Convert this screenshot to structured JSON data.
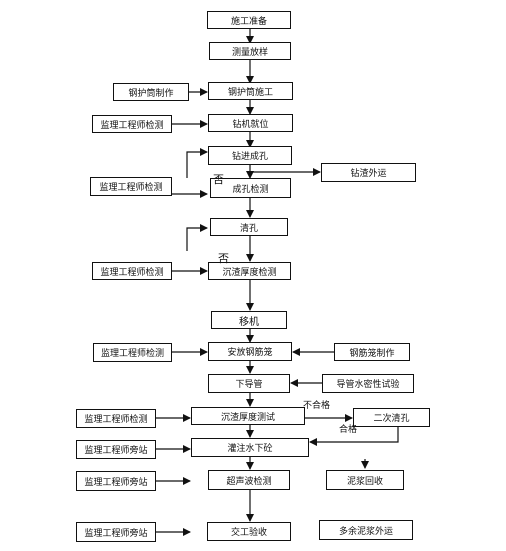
{
  "steps": {
    "prep": "施工准备",
    "survey": "测量放样",
    "casing_install": "钢护筒施工",
    "rig_position": "钻机就位",
    "drilling": "钻进成孔",
    "hole_check": "成孔检测",
    "cleaning": "清孔",
    "sediment_check": "沉渣厚度检测",
    "move_rig": "移机",
    "cage_place": "安放钢筋笼",
    "tremie": "下导管",
    "sediment_test": "沉渣厚度测试",
    "second_clean": "二次清孔",
    "pour": "灌注水下砼",
    "ultrasonic": "超声波检测",
    "acceptance": "交工验收"
  },
  "side": {
    "casing_make": "钢护筒制作",
    "sup_check_1": "监理工程师检测",
    "sup_check_2": "监理工程师检测",
    "sup_check_3": "监理工程师检测",
    "sup_check_4": "监理工程师检测",
    "sup_check_5": "监理工程师检测",
    "sup_watch_1": "监理工程师旁站",
    "sup_watch_2": "监理工程师旁站",
    "sup_watch_3": "监理工程师旁站",
    "slag_out": "钻渣外运",
    "cage_make": "钢筋笼制作",
    "pipe_test": "导管水密性试验",
    "slurry_recycle": "泥浆回收",
    "slurry_out": "多余泥浆外运"
  },
  "labels": {
    "no_1": "否",
    "no_2": "否",
    "fail": "不合格",
    "pass": "合格"
  }
}
